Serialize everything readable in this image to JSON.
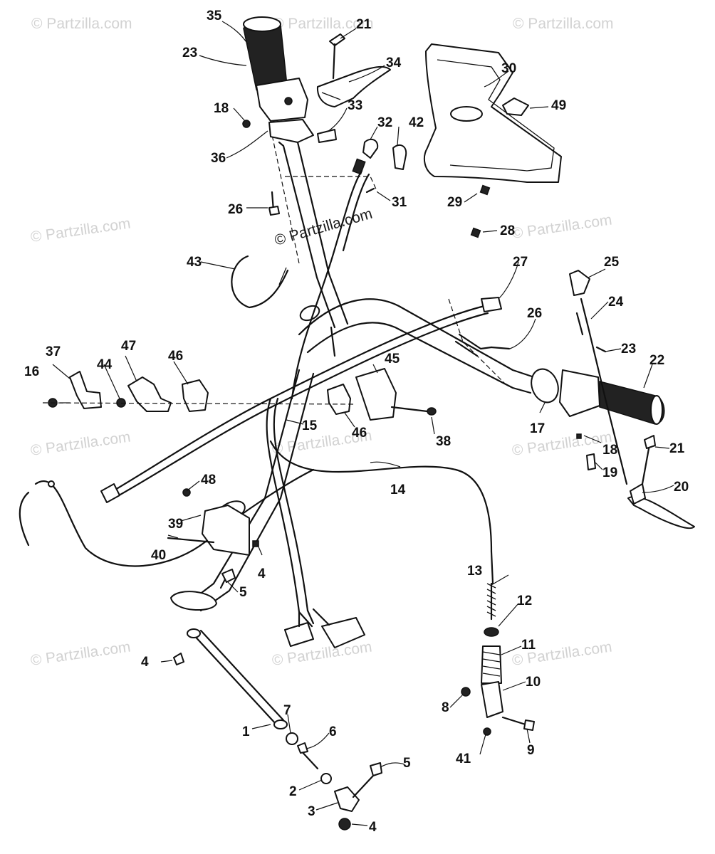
{
  "watermark": {
    "faint": "© Partzilla.com",
    "main": "© Partzilla.com"
  },
  "callouts": {
    "n1": "1",
    "n2": "2",
    "n3": "3",
    "n4a": "4",
    "n4b": "4",
    "n4c": "4",
    "n5a": "5",
    "n5b": "5",
    "n6": "6",
    "n7": "7",
    "n8": "8",
    "n9": "9",
    "n10": "10",
    "n11": "11",
    "n12": "12",
    "n13": "13",
    "n14": "14",
    "n15": "15",
    "n16": "16",
    "n17": "17",
    "n18a": "18",
    "n18b": "18",
    "n19": "19",
    "n20": "20",
    "n21a": "21",
    "n21b": "21",
    "n22": "22",
    "n23a": "23",
    "n23b": "23",
    "n24": "24",
    "n25": "25",
    "n26a": "26",
    "n26b": "26",
    "n27": "27",
    "n28": "28",
    "n29": "29",
    "n30": "30",
    "n31": "31",
    "n32": "32",
    "n33": "33",
    "n34": "34",
    "n35": "35",
    "n36": "36",
    "n37": "37",
    "n38": "38",
    "n39": "39",
    "n40": "40",
    "n41": "41",
    "n42": "42",
    "n43": "43",
    "n44": "44",
    "n45": "45",
    "n46a": "46",
    "n46b": "46",
    "n47": "47",
    "n48": "48",
    "n49": "49"
  }
}
